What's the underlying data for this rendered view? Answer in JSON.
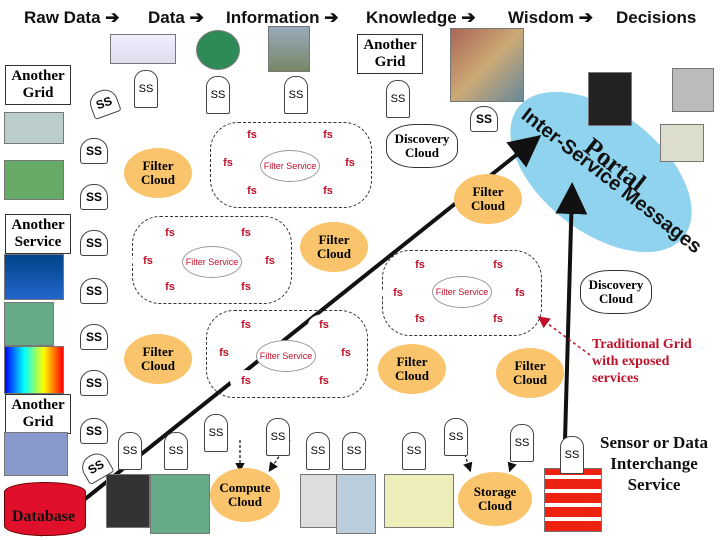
{
  "header": {
    "items": [
      "Raw Data",
      "Data",
      "Information",
      "Knowledge",
      "Wisdom",
      "Decisions"
    ],
    "arrow": "➔"
  },
  "grid_boxes": {
    "top": "Another Grid",
    "left1": "Another Grid",
    "left2": "Another Service",
    "left3": "Another Grid"
  },
  "ss_label": "SS",
  "s_label": "S",
  "fs_label": "fs",
  "filter_service": "Filter Service",
  "filter_cloud": "Filter Cloud",
  "discovery_cloud": "Discovery Cloud",
  "compute_cloud": "Compute Cloud",
  "storage_cloud": "Storage Cloud",
  "database": "Database",
  "portal": {
    "title": "Portal",
    "subtitle": "Inter-Service Messages"
  },
  "traditional_grid": "Traditional Grid with exposed services",
  "sensor_service": "Sensor or Data Interchange Service",
  "colors": {
    "orange_cloud": "#f9c46b",
    "portal": "#8fd3ee",
    "fs_text": "#c0102a",
    "database": "#e0102a",
    "annotation": "#c0102a"
  }
}
